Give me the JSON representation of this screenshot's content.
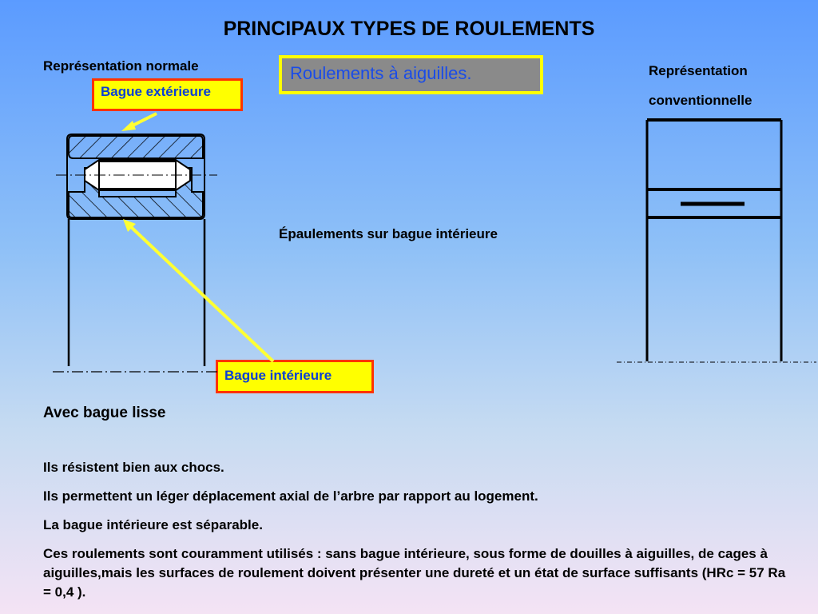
{
  "title": "PRINCIPAUX TYPES DE ROULEMENTS",
  "labels": {
    "normal": "Représentation normale",
    "conv_line1": "Représentation",
    "conv_line2": "conventionnelle",
    "type": "Roulements à  aiguilles.",
    "outer_ring": "Bague extérieure",
    "inner_ring": "Bague intérieure",
    "shoulders": "Épaulements sur bague intérieure",
    "smooth": "Avec bague lisse"
  },
  "body": [
    "Ils résistent bien aux chocs.",
    "Ils permettent un léger déplacement axial de l’arbre par rapport au logement.",
    "La bague intérieure est séparable.",
    "Ces roulements sont couramment utilisés : sans bague intérieure, sous forme de douilles à aiguilles, de cages à aiguilles,mais les surfaces de roulement doivent présenter une dureté et un état de surface suffisants (HRc = 57   Ra = 0,4 )."
  ],
  "colors": {
    "label_fill": "#ffff00",
    "label_border": "#ff3300",
    "label_text": "#0a3fd6",
    "arrow": "#ffff33",
    "type_box_fill": "#8a8a8a"
  }
}
